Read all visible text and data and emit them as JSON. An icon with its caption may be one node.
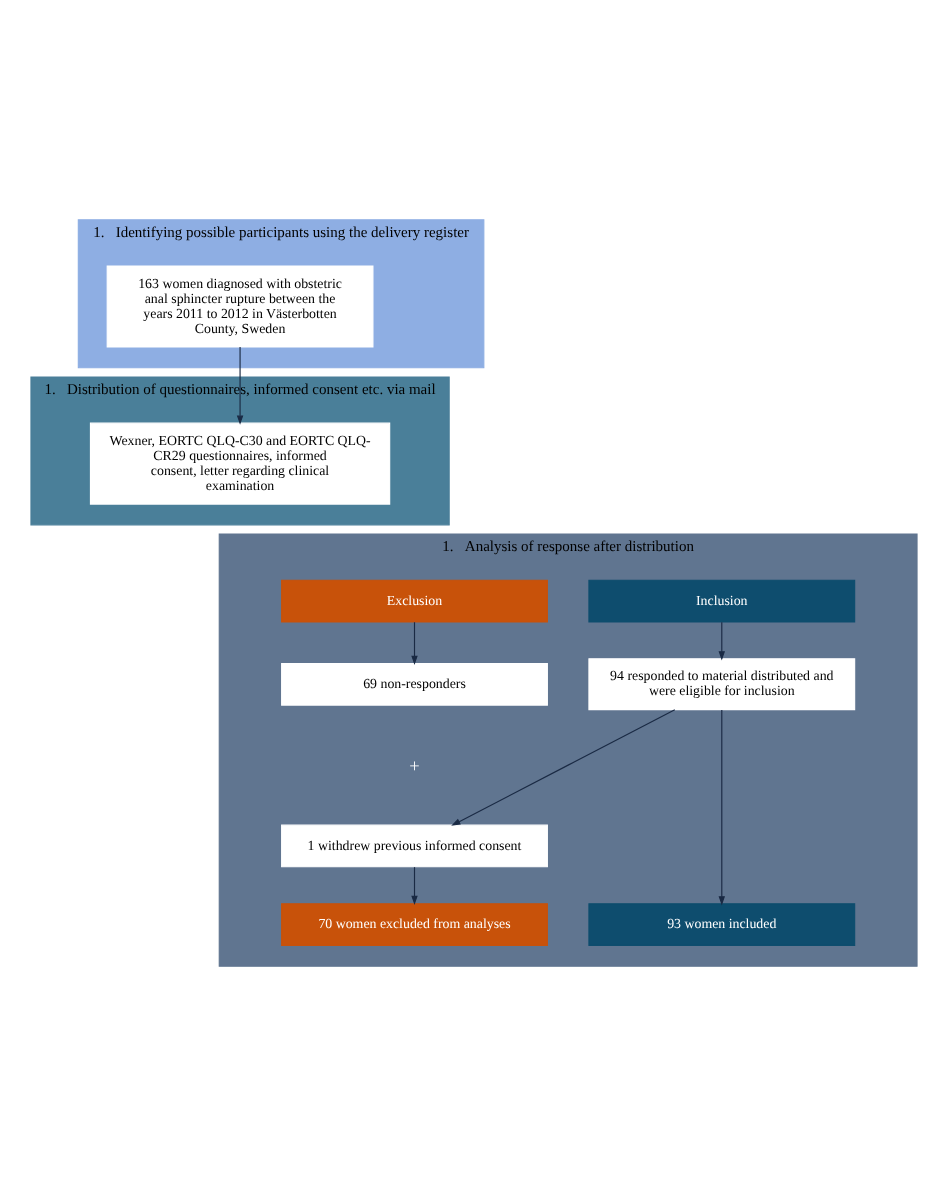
{
  "diagram": {
    "nodes": [
      {
        "text": [
          "1.   Identifying possible participants using the delivery register"
        ]
      },
      {
        "text": [
          "163 women diagnosed with obstetric anal sphincter rupture between the years 2011 to 2012 in Västerbotten County, Sweden"
        ],
        "in": 0
      },
      {
        "text": [
          "1.   Distribution of questionnaires, informed consent etc. via mail"
        ]
      },
      {
        "text": [
          "Wexner, EORTC QLQ-C30 and EORTC QLQ-CR29 questionnaires, informed consent, letter regarding clinical examination"
        ],
        "in": 2
      },
      {
        "text": [
          "1.   Analysis of response after distribution"
        ]
      },
      {
        "text": [
          "Inclusion"
        ],
        "in": 4
      },
      {
        "text": [
          "Exclusion"
        ],
        "in": 4
      },
      {
        "text": [
          "94 responded to material distributed and were eligible for inclusion"
        ],
        "in": 4
      },
      {
        "text": [
          "69 non-responders"
        ],
        "in": 4
      },
      {
        "text": [
          "1 withdrew previous informed consent"
        ],
        "in": 4
      },
      {
        "text": [
          "93 women included"
        ],
        "in": 4
      },
      {
        "text": [
          "70 women excluded from analyses"
        ],
        "in": 4
      }
    ],
    "edges": [
      {
        "from": 1,
        "to": 3,
        "arrow": "to"
      },
      {
        "from": 5,
        "to": 7,
        "arrow": "to"
      },
      {
        "from": 6,
        "to": 8,
        "arrow": "to"
      },
      {
        "from": 7,
        "to": 10,
        "arrow": "to"
      },
      {
        "from": 7,
        "to": 9,
        "arrow": "to"
      },
      {
        "from": 9,
        "to": 11,
        "arrow": "to"
      }
    ],
    "labels": [
      "+"
    ]
  }
}
